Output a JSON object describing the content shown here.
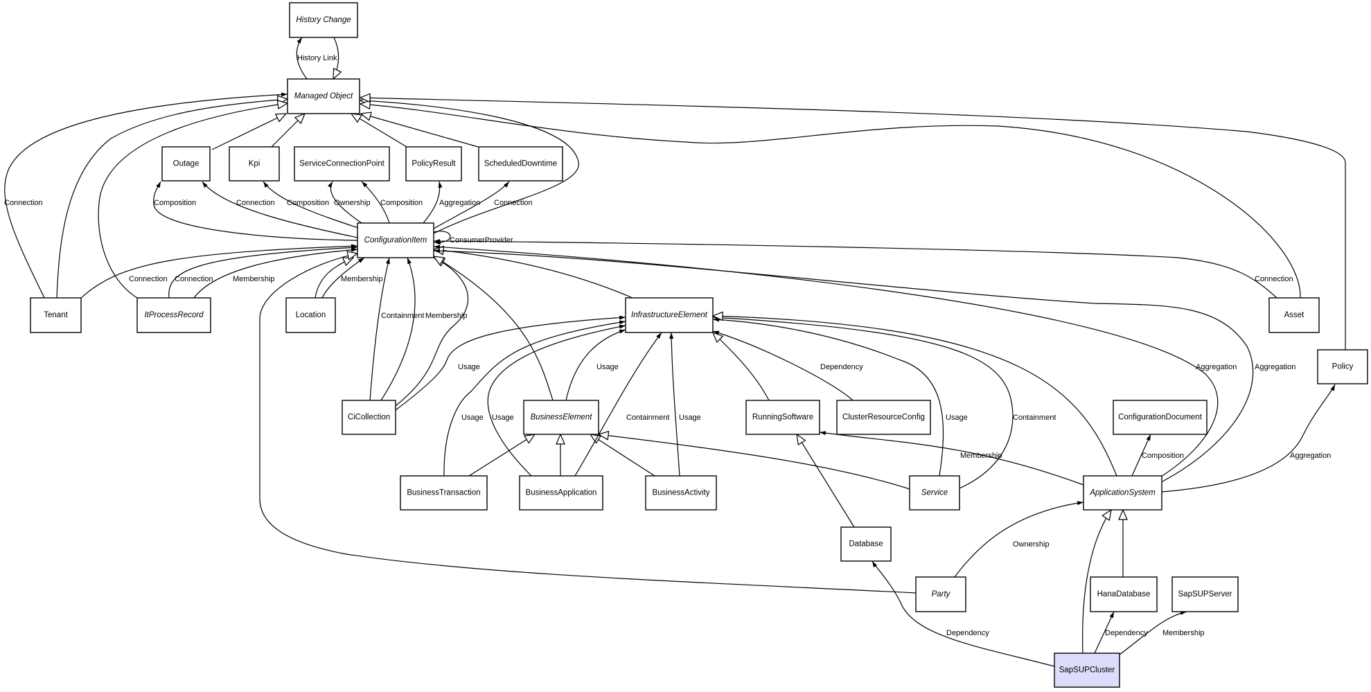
{
  "nodes": [
    {
      "id": "HistoryChange",
      "label": "History Change",
      "abstract": true
    },
    {
      "id": "ManagedObject",
      "label": "Managed Object",
      "abstract": true
    },
    {
      "id": "Outage",
      "label": "Outage"
    },
    {
      "id": "Kpi",
      "label": "Kpi"
    },
    {
      "id": "ServiceConnectionPoint",
      "label": "ServiceConnectionPoint"
    },
    {
      "id": "PolicyResult",
      "label": "PolicyResult"
    },
    {
      "id": "ScheduledDowntime",
      "label": "ScheduledDowntime"
    },
    {
      "id": "ConfigurationItem",
      "label": "ConfigurationItem",
      "abstract": true
    },
    {
      "id": "Tenant",
      "label": "Tenant"
    },
    {
      "id": "ItProcessRecord",
      "label": "ItProcessRecord",
      "abstract": true
    },
    {
      "id": "Location",
      "label": "Location"
    },
    {
      "id": "InfrastructureElement",
      "label": "InfrastructureElement",
      "abstract": true
    },
    {
      "id": "Asset",
      "label": "Asset"
    },
    {
      "id": "Policy",
      "label": "Policy"
    },
    {
      "id": "CiCollection",
      "label": "CiCollection"
    },
    {
      "id": "BusinessElement",
      "label": "BusinessElement",
      "abstract": true
    },
    {
      "id": "RunningSoftware",
      "label": "RunningSoftware"
    },
    {
      "id": "ClusterResourceConfig",
      "label": "ClusterResourceConfig"
    },
    {
      "id": "ConfigurationDocument",
      "label": "ConfigurationDocument"
    },
    {
      "id": "BusinessTransaction",
      "label": "BusinessTransaction"
    },
    {
      "id": "BusinessApplication",
      "label": "BusinessApplication"
    },
    {
      "id": "BusinessActivity",
      "label": "BusinessActivity"
    },
    {
      "id": "Service",
      "label": "Service",
      "abstract": true
    },
    {
      "id": "ApplicationSystem",
      "label": "ApplicationSystem",
      "abstract": true
    },
    {
      "id": "Database",
      "label": "Database"
    },
    {
      "id": "Party",
      "label": "Party",
      "abstract": true
    },
    {
      "id": "HanaDatabase",
      "label": "HanaDatabase"
    },
    {
      "id": "SapSUPServer",
      "label": "SapSUPServer"
    },
    {
      "id": "SapSUPCluster",
      "label": "SapSUPCluster",
      "highlighted": true,
      "highlight_color": "#dcdcfc"
    }
  ],
  "edges": [
    {
      "from": "ManagedObject",
      "to": "HistoryChange",
      "label": "History Link",
      "type": "association"
    },
    {
      "from": "HistoryChange",
      "to": "ManagedObject",
      "type": "generalization"
    },
    {
      "from": "Tenant",
      "to": "ManagedObject",
      "label": "Connection",
      "type": "association"
    },
    {
      "from": "Tenant",
      "to": "ManagedObject",
      "type": "generalization"
    },
    {
      "from": "ItProcessRecord",
      "to": "ManagedObject",
      "type": "generalization"
    },
    {
      "from": "Outage",
      "to": "ManagedObject",
      "type": "generalization"
    },
    {
      "from": "Kpi",
      "to": "ManagedObject",
      "type": "generalization"
    },
    {
      "from": "PolicyResult",
      "to": "ManagedObject",
      "type": "generalization"
    },
    {
      "from": "ScheduledDowntime",
      "to": "ManagedObject",
      "type": "generalization"
    },
    {
      "from": "ConfigurationItem",
      "to": "ManagedObject",
      "type": "generalization"
    },
    {
      "from": "Asset",
      "to": "ManagedObject",
      "type": "generalization"
    },
    {
      "from": "Policy",
      "to": "ManagedObject",
      "type": "generalization"
    },
    {
      "from": "ConfigurationItem",
      "to": "Outage",
      "label": "Composition",
      "type": "association"
    },
    {
      "from": "ConfigurationItem",
      "to": "Outage",
      "label": "Connection",
      "type": "association"
    },
    {
      "from": "ConfigurationItem",
      "to": "Kpi",
      "label": "Composition",
      "type": "association"
    },
    {
      "from": "ConfigurationItem",
      "to": "ServiceConnectionPoint",
      "label": "Ownership",
      "type": "association"
    },
    {
      "from": "ConfigurationItem",
      "to": "ServiceConnectionPoint",
      "label": "Composition",
      "type": "association"
    },
    {
      "from": "ConfigurationItem",
      "to": "PolicyResult",
      "label": "Aggregation",
      "type": "association"
    },
    {
      "from": "ConfigurationItem",
      "to": "ScheduledDowntime",
      "label": "Connection",
      "type": "association"
    },
    {
      "from": "ConfigurationItem",
      "to": "ConfigurationItem",
      "label": "ConsumerProvider",
      "type": "association"
    },
    {
      "from": "Tenant",
      "to": "ConfigurationItem",
      "label": "Connection",
      "type": "association"
    },
    {
      "from": "ItProcessRecord",
      "to": "ConfigurationItem",
      "label": "Connection",
      "type": "association"
    },
    {
      "from": "ItProcessRecord",
      "to": "ConfigurationItem",
      "label": "Membership",
      "type": "association"
    },
    {
      "from": "Location",
      "to": "ConfigurationItem",
      "type": "generalization"
    },
    {
      "from": "Location",
      "to": "ConfigurationItem",
      "label": "Membership",
      "type": "association"
    },
    {
      "from": "CiCollection",
      "to": "ConfigurationItem",
      "label": "Containment",
      "type": "association"
    },
    {
      "from": "CiCollection",
      "to": "ConfigurationItem",
      "label": "Membership",
      "type": "association"
    },
    {
      "from": "CiCollection",
      "to": "ConfigurationItem",
      "type": "generalization"
    },
    {
      "from": "CiCollection",
      "to": "InfrastructureElement",
      "label": "Usage",
      "type": "association"
    },
    {
      "from": "BusinessTransaction",
      "to": "InfrastructureElement",
      "label": "Usage",
      "type": "association"
    },
    {
      "from": "BusinessApplication",
      "to": "InfrastructureElement",
      "label": "Usage",
      "type": "association"
    },
    {
      "from": "BusinessApplication",
      "to": "BusinessElement",
      "type": "generalization"
    },
    {
      "from": "BusinessTransaction",
      "to": "BusinessElement",
      "type": "generalization"
    },
    {
      "from": "BusinessActivity",
      "to": "BusinessElement",
      "type": "generalization"
    },
    {
      "from": "BusinessApplication",
      "to": "InfrastructureElement",
      "label": "Containment",
      "type": "association"
    },
    {
      "from": "BusinessElement",
      "to": "ConfigurationItem",
      "type": "generalization"
    },
    {
      "from": "BusinessElement",
      "to": "InfrastructureElement",
      "label": "Usage",
      "type": "association"
    },
    {
      "from": "BusinessActivity",
      "to": "InfrastructureElement",
      "label": "Usage",
      "type": "association"
    },
    {
      "from": "InfrastructureElement",
      "to": "ConfigurationItem",
      "type": "generalization"
    },
    {
      "from": "RunningSoftware",
      "to": "InfrastructureElement",
      "type": "generalization"
    },
    {
      "from": "ClusterResourceConfig",
      "to": "InfrastructureElement",
      "label": "Dependency",
      "type": "association"
    },
    {
      "from": "Service",
      "to": "InfrastructureElement",
      "label": "Usage",
      "type": "association"
    },
    {
      "from": "Service",
      "to": "InfrastructureElement",
      "label": "Containment",
      "type": "association"
    },
    {
      "from": "Service",
      "to": "BusinessElement",
      "type": "generalization"
    },
    {
      "from": "ApplicationSystem",
      "to": "InfrastructureElement",
      "type": "generalization"
    },
    {
      "from": "ApplicationSystem",
      "to": "RunningSoftware",
      "label": "Membership",
      "type": "association"
    },
    {
      "from": "ApplicationSystem",
      "to": "ConfigurationDocument",
      "label": "Composition",
      "type": "association"
    },
    {
      "from": "ApplicationSystem",
      "to": "ConfigurationItem",
      "label": "Aggregation",
      "type": "association"
    },
    {
      "from": "ApplicationSystem",
      "to": "ConfigurationItem",
      "label": "Aggregation",
      "type": "association"
    },
    {
      "from": "Asset",
      "to": "ConfigurationItem",
      "label": "Connection",
      "type": "association"
    },
    {
      "from": "ApplicationSystem",
      "to": "Policy",
      "label": "Aggregation",
      "type": "association"
    },
    {
      "from": "Party",
      "to": "ApplicationSystem",
      "label": "Ownership",
      "type": "association"
    },
    {
      "from": "HanaDatabase",
      "to": "ApplicationSystem",
      "type": "generalization"
    },
    {
      "from": "SapSUPCluster",
      "to": "ApplicationSystem",
      "type": "generalization"
    },
    {
      "from": "SapSUPCluster",
      "to": "HanaDatabase",
      "label": "Dependency",
      "type": "association"
    },
    {
      "from": "SapSUPCluster",
      "to": "SapSUPServer",
      "label": "Membership",
      "type": "association"
    },
    {
      "from": "SapSUPCluster",
      "to": "Database",
      "label": "Dependency",
      "type": "association"
    },
    {
      "from": "Database",
      "to": "RunningSoftware",
      "type": "generalization"
    },
    {
      "from": "Party",
      "to": "ConfigurationItem",
      "type": "generalization"
    }
  ]
}
